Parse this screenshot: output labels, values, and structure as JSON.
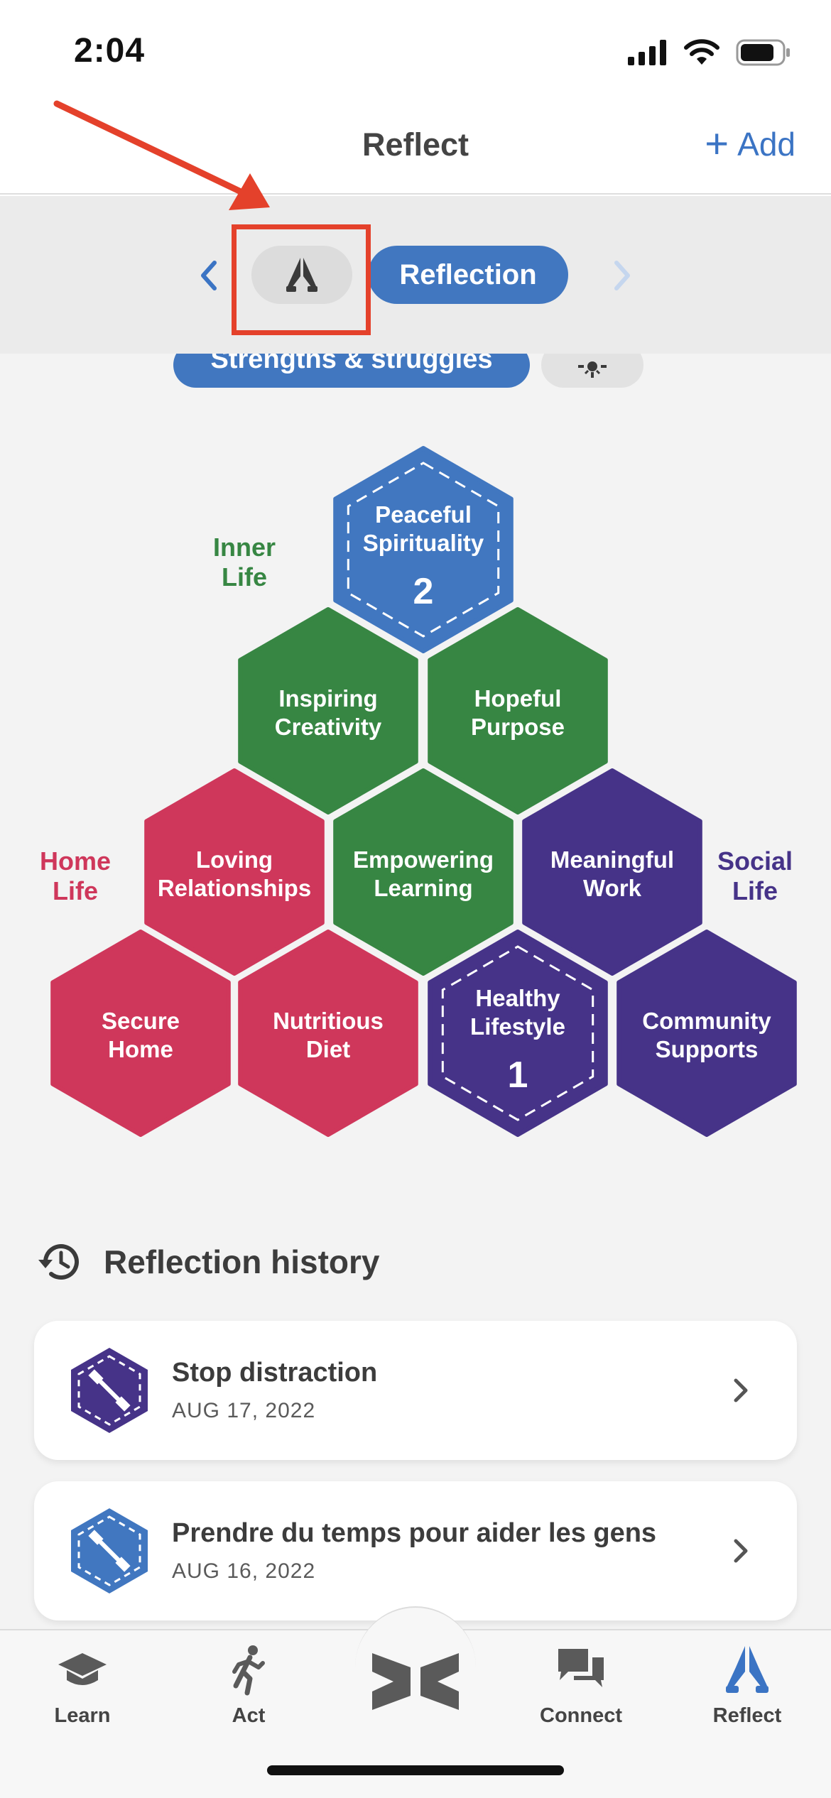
{
  "status_bar": {
    "time": "2:04"
  },
  "nav": {
    "title": "Reflect",
    "add_label": "Add"
  },
  "selector": {
    "active_label": "Reflection"
  },
  "sub_tabs": {
    "strengths_label": "Strengths & struggles"
  },
  "side_labels": {
    "inner_life": [
      "Inner",
      "Life"
    ],
    "home_life": [
      "Home",
      "Life"
    ],
    "social_life": [
      "Social",
      "Life"
    ]
  },
  "hexes": [
    {
      "id": "peaceful-spirituality",
      "lines": [
        "Peaceful",
        "Spirituality"
      ],
      "count": "2",
      "color": "#4177c0",
      "dashed": true
    },
    {
      "id": "inspiring-creativity",
      "lines": [
        "Inspiring",
        "Creativity"
      ],
      "count": "",
      "color": "#378643",
      "dashed": false
    },
    {
      "id": "hopeful-purpose",
      "lines": [
        "Hopeful",
        "Purpose"
      ],
      "count": "",
      "color": "#378643",
      "dashed": false
    },
    {
      "id": "loving-relationships",
      "lines": [
        "Loving",
        "Relationships"
      ],
      "count": "",
      "color": "#cf375b",
      "dashed": false
    },
    {
      "id": "empowering-learning",
      "lines": [
        "Empowering",
        "Learning"
      ],
      "count": "",
      "color": "#378643",
      "dashed": false
    },
    {
      "id": "meaningful-work",
      "lines": [
        "Meaningful",
        "Work"
      ],
      "count": "",
      "color": "#463388",
      "dashed": false
    },
    {
      "id": "secure-home",
      "lines": [
        "Secure",
        "Home"
      ],
      "count": "",
      "color": "#cf375b",
      "dashed": false
    },
    {
      "id": "nutritious-diet",
      "lines": [
        "Nutritious",
        "Diet"
      ],
      "count": "",
      "color": "#cf375b",
      "dashed": false
    },
    {
      "id": "healthy-lifestyle",
      "lines": [
        "Healthy",
        "Lifestyle"
      ],
      "count": "1",
      "color": "#463388",
      "dashed": true
    },
    {
      "id": "community-supports",
      "lines": [
        "Community",
        "Supports"
      ],
      "count": "",
      "color": "#463388",
      "dashed": false
    }
  ],
  "history": {
    "title": "Reflection history",
    "items": [
      {
        "title": "Stop distraction",
        "date": "AUG 17, 2022",
        "color": "#463388"
      },
      {
        "title": "Prendre du temps pour aider les gens",
        "date": "AUG 16, 2022",
        "color": "#4177c0"
      }
    ]
  },
  "tabs": [
    {
      "label": "Learn",
      "icon": "graduation-cap-icon"
    },
    {
      "label": "Act",
      "icon": "running-person-icon"
    },
    {
      "label": "Connect",
      "icon": "chat-bubbles-icon"
    },
    {
      "label": "Reflect",
      "icon": "praying-hands-icon",
      "active": true
    }
  ],
  "colors": {
    "accent": "#4177c0",
    "inner_life": "#378643",
    "home_life": "#cf375b",
    "social_life": "#463388",
    "highlight": "#e4412b"
  }
}
